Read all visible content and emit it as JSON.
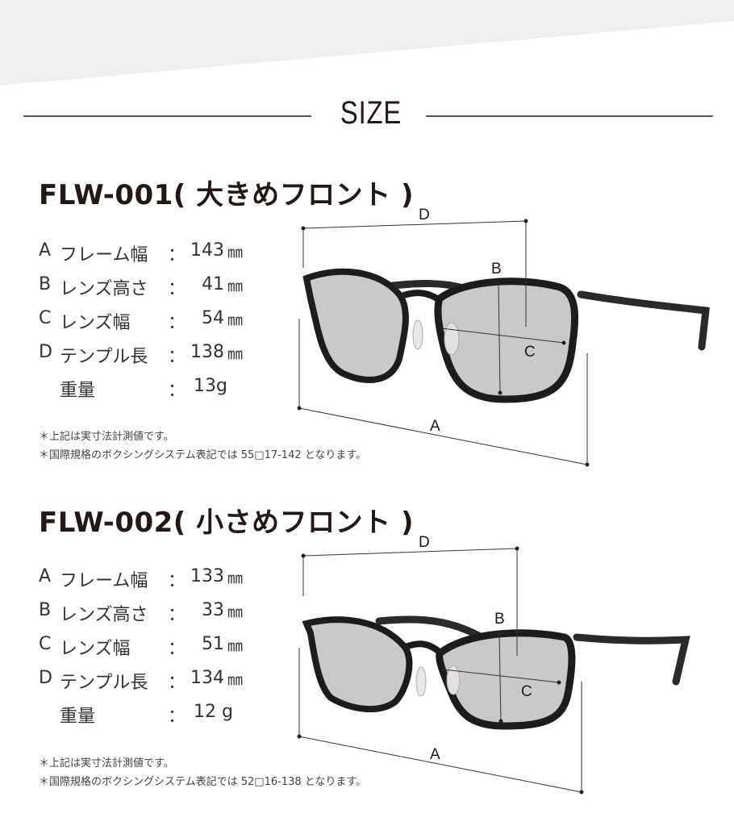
{
  "section": {
    "title": "SIZE",
    "band_color": "#efefef"
  },
  "models": [
    {
      "title": "FLW-001( 大きめフロント )",
      "specs": [
        {
          "key": "A",
          "label": "フレーム幅",
          "colon": "：",
          "value": "143",
          "unit": "㎜"
        },
        {
          "key": "B",
          "label": "レンズ高さ",
          "colon": "：",
          "value": "41",
          "unit": "㎜"
        },
        {
          "key": "C",
          "label": "レンズ幅",
          "colon": "：",
          "value": "54",
          "unit": "㎜"
        },
        {
          "key": "D",
          "label": "テンプル長",
          "colon": "：",
          "value": "138",
          "unit": "㎜"
        },
        {
          "key": "",
          "label": "重量",
          "colon": "：",
          "value": "13g",
          "unit": ""
        }
      ],
      "notes": [
        "＊上記は実寸法計測値です。",
        "＊国際規格のボクシングシステム表記では 55□17-142 となります。"
      ],
      "diagram_labels": {
        "a": "A",
        "b": "B",
        "c": "C",
        "d": "D"
      }
    },
    {
      "title": "FLW-002( 小さめフロント )",
      "specs": [
        {
          "key": "A",
          "label": "フレーム幅",
          "colon": "：",
          "value": "133",
          "unit": "㎜"
        },
        {
          "key": "B",
          "label": "レンズ高さ",
          "colon": "：",
          "value": "33",
          "unit": "㎜"
        },
        {
          "key": "C",
          "label": "レンズ幅",
          "colon": "：",
          "value": "51",
          "unit": "㎜"
        },
        {
          "key": "D",
          "label": "テンプル長",
          "colon": "：",
          "value": "134",
          "unit": "㎜"
        },
        {
          "key": "",
          "label": "重量",
          "colon": "：",
          "value": "12 g",
          "unit": ""
        }
      ],
      "notes": [
        "＊上記は実寸法計測値です。",
        "＊国際規格のボクシングシステム表記では 52□16-138 となります。"
      ],
      "diagram_labels": {
        "a": "A",
        "b": "B",
        "c": "C",
        "d": "D"
      }
    }
  ]
}
